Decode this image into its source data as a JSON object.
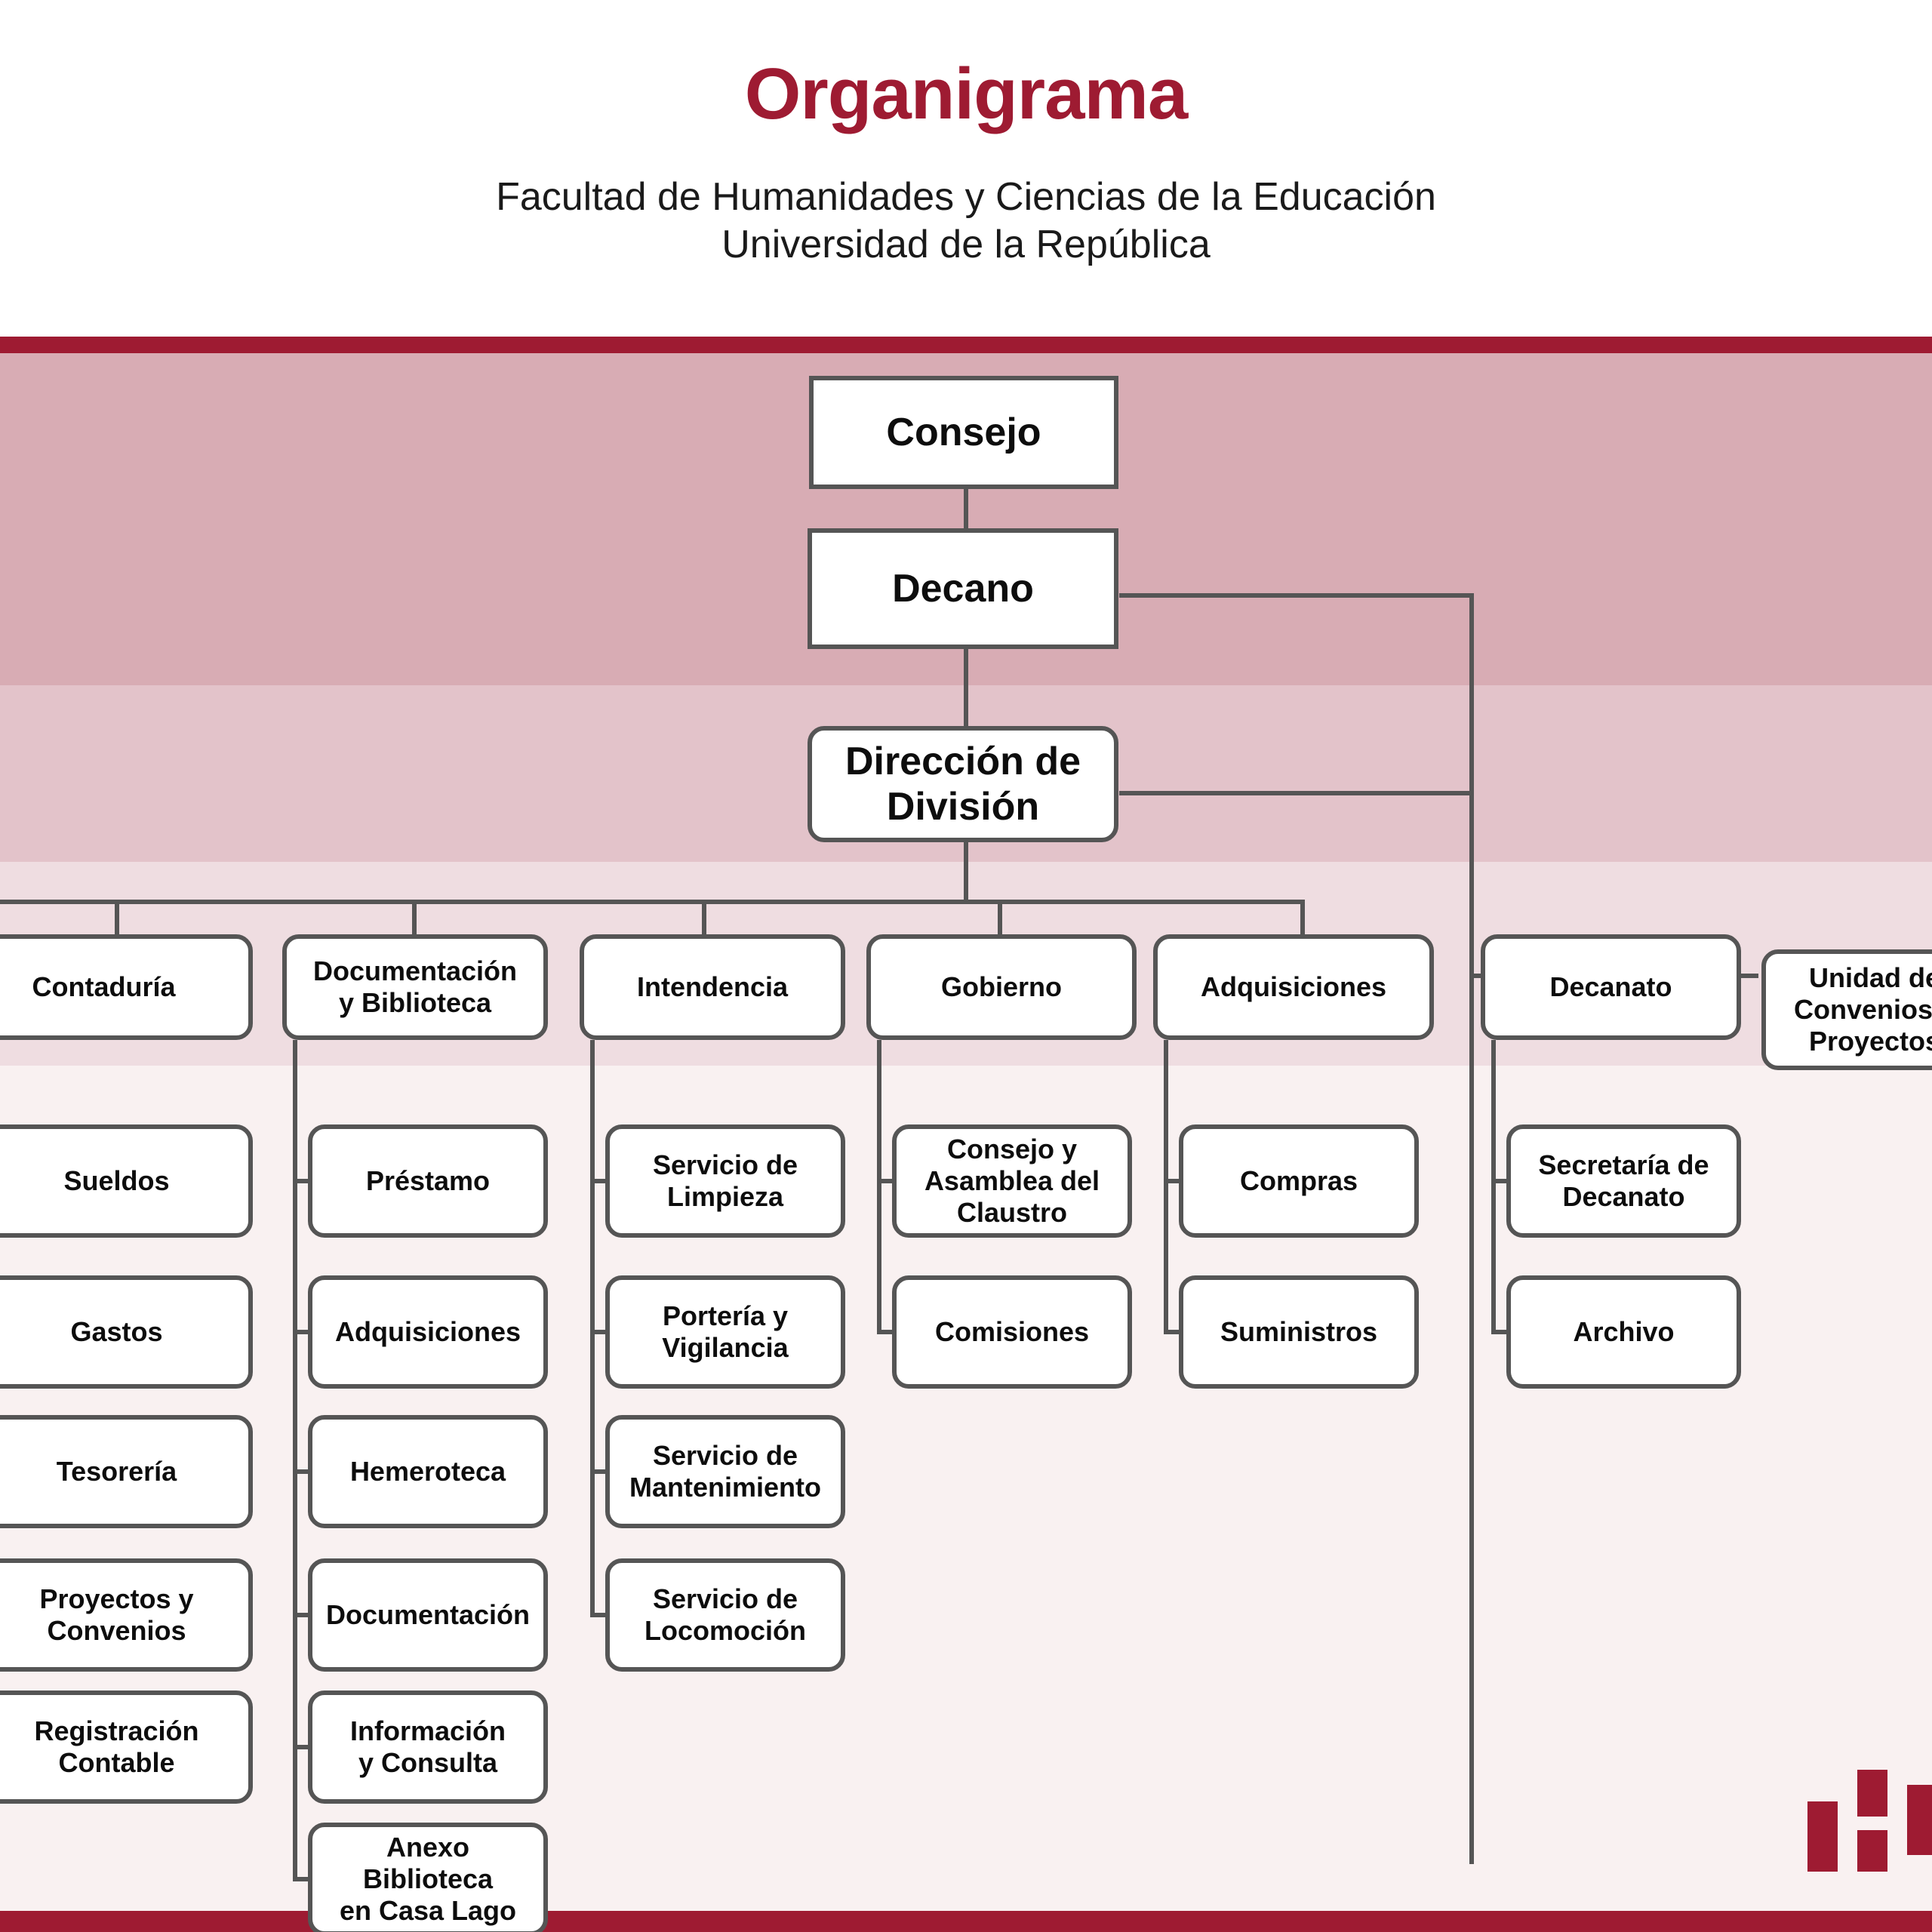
{
  "header": {
    "title": "Organigrama",
    "subtitle_line1": "Facultad de Humanidades y Ciencias de la Educación",
    "subtitle_line2": "Universidad de la República"
  },
  "colors": {
    "brand_red": "#9e1b32",
    "band_1": "#d8acb4",
    "band_2": "#e3c3ca",
    "band_3": "#efdde1",
    "band_4": "#f9f1f1",
    "box_border": "#555555",
    "box_fill": "#ffffff",
    "text": "#0d0d0d"
  },
  "chart_data": {
    "type": "diagram",
    "title": "Organigrama",
    "nodes": {
      "consejo": "Consejo",
      "decano": "Decano",
      "direccion": "Dirección de\nDivisión"
    },
    "departments": [
      {
        "id": "contaduria",
        "label": "Contaduría",
        "children": [
          "Sueldos",
          "Gastos",
          "Tesorería",
          "Proyectos y\nConvenios",
          "Registración\nContable"
        ]
      },
      {
        "id": "documentacion",
        "label": "Documentación\ny Biblioteca",
        "children": [
          "Préstamo",
          "Adquisiciones",
          "Hemeroteca",
          "Documentación",
          "Información\ny Consulta",
          "Anexo Biblioteca\nen Casa Lago"
        ]
      },
      {
        "id": "intendencia",
        "label": "Intendencia",
        "children": [
          "Servicio de\nLimpieza",
          "Portería y\nVigilancia",
          "Servicio de\nMantenimiento",
          "Servicio de\nLocomoción"
        ]
      },
      {
        "id": "gobierno",
        "label": "Gobierno",
        "children": [
          "Consejo y\nAsamblea del\nClaustro",
          "Comisiones"
        ]
      },
      {
        "id": "adquisiciones",
        "label": "Adquisiciones",
        "children": [
          "Compras",
          "Suministros"
        ]
      },
      {
        "id": "decanato",
        "label": "Decanato",
        "children": [
          "Secretaría de\nDecanato",
          "Archivo"
        ]
      },
      {
        "id": "unidad",
        "label": "Unidad de\nConvenios y\nProyectos",
        "children": []
      }
    ]
  },
  "logo": {
    "name": "fhce-h-logo"
  }
}
